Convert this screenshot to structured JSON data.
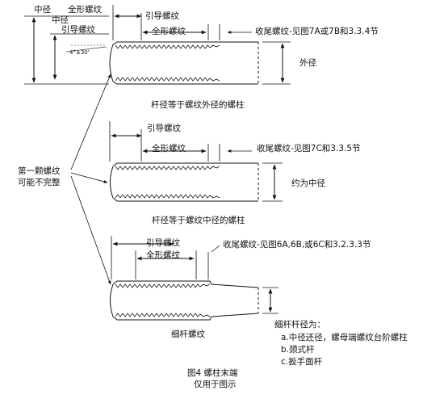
{
  "figure": {
    "caption_line1": "图4 螺柱末端",
    "caption_line2": "仅用于图示"
  },
  "top_bolt": {
    "major_diameter": "中径",
    "full_form_thread": "全形螺纹",
    "pitch_diameter": "中径",
    "lead_thread": "引导螺纹",
    "angle": "4°±30'",
    "lead_thread_top": "引导螺纹",
    "full_form_thread_top": "全形螺纹",
    "runout_thread": "收尾螺纹-见图7A或7B和3.3.4节",
    "outer_diameter": "外径",
    "caption": "杆径等于螺纹外径的螺柱"
  },
  "middle_bolt": {
    "lead_thread": "引导螺纹",
    "full_form_thread": "全形螺纹",
    "runout_thread": "收尾螺纹-见图7C和3.3.5节",
    "approx_pitch_diameter": "约为中径",
    "caption": "杆径等于螺纹中径的螺柱"
  },
  "bottom_bolt": {
    "lead_thread": "引导螺纹",
    "full_form_thread": "全形螺纹",
    "runout_thread": "收尾螺纹-见图6A,6B,或6C和3.2.3.3节",
    "caption": "细杆螺纹",
    "reduced_shank_title": "细杆杆径为：",
    "reduced_shank_a": "a.中径还径，螺母端螺纹台阶螺柱",
    "reduced_shank_b": "b.颈式杆",
    "reduced_shank_c": "c.扳手面杆"
  },
  "first_thread_note": {
    "line1": "第一颗螺纹",
    "line2": "可能不完整"
  }
}
